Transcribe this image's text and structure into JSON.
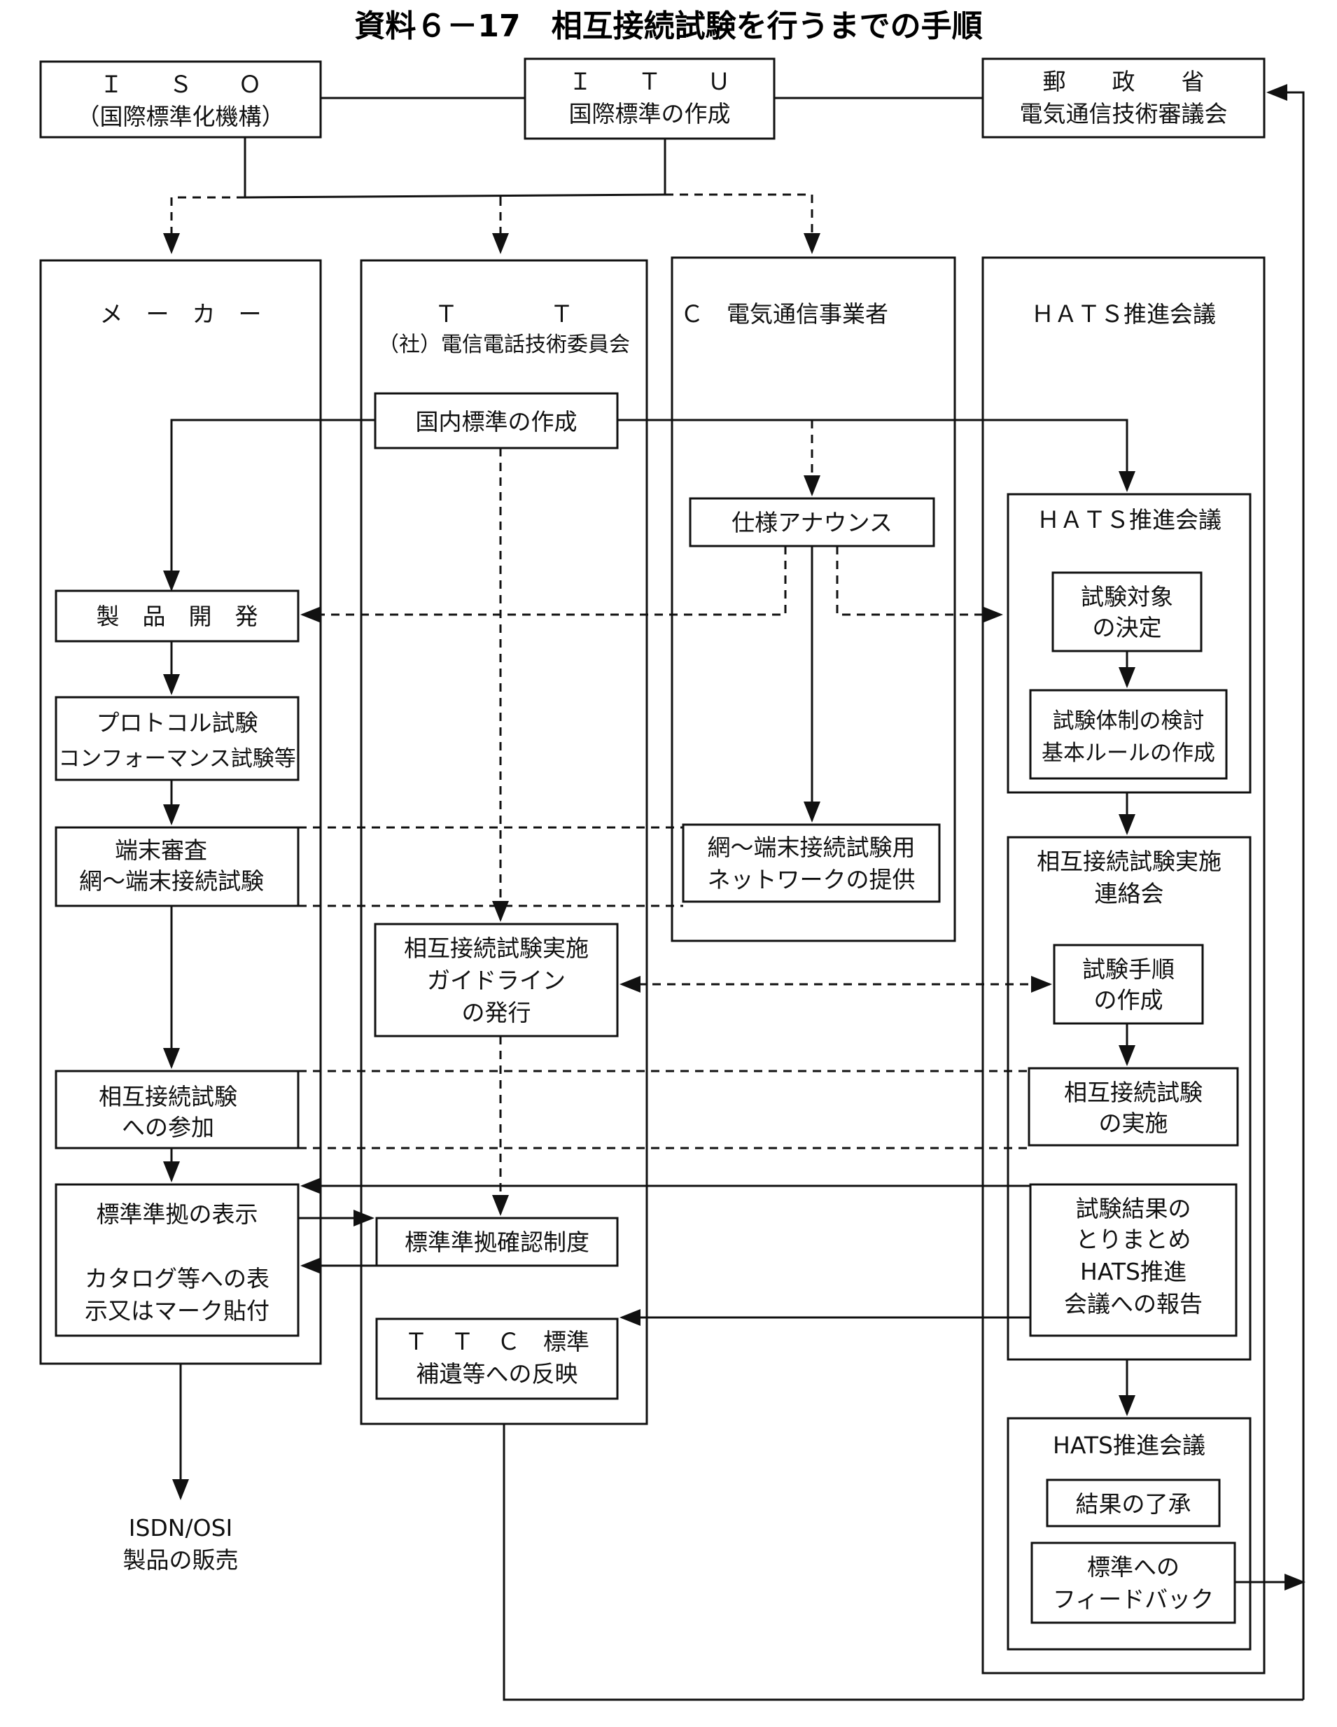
{
  "title": "資料６－17　相互接続試験を行うまでの手順",
  "iso": [
    "Ｉ　　Ｓ　　Ｏ",
    "（国際標準化機構）"
  ],
  "itu": [
    "Ｉ　　Ｔ　　Ｕ",
    "国際標準の作成"
  ],
  "mpt": [
    "郵　　政　　省",
    "電気通信技術審議会"
  ],
  "col_maker": "メ　ー　カ　ー",
  "col_ttc": [
    "Ｔ　　　　Ｔ",
    "（社）電信電話技術委員会"
  ],
  "col_carrier": "Ｃ　電気通信事業者",
  "col_hats": "ＨＡＴＳ推進会議",
  "domestic_std": "国内標準の作成",
  "spec_announce": "仕様アナウンス",
  "product_dev": "製　品　開　発",
  "protocol_test": [
    "プロトコル試験",
    "コンフォーマンス試験等"
  ],
  "terminal_review": [
    "端末審査",
    "網～端末接続試験"
  ],
  "network_provide": [
    "網～端末接続試験用",
    "ネットワークの提供"
  ],
  "interop_participation": [
    "相互接続試験",
    "への参加"
  ],
  "std_display": [
    "標準準拠の表示",
    "",
    "カタログ等への表",
    "示又はマーク貼付"
  ],
  "guideline": [
    "相互接続試験実施",
    "ガイドライン",
    "の発行"
  ],
  "cert_system": "標準準拠確認制度",
  "ttc_reflect": [
    "Ｔ　Ｔ　Ｃ　標準",
    "補遺等への反映"
  ],
  "hats_inner": "ＨＡＴＳ推進会議",
  "test_target": [
    "試験対象",
    "の決定"
  ],
  "test_system": [
    "試験体制の検討",
    "基本ルールの作成"
  ],
  "liaison": [
    "相互接続試験実施",
    "連絡会"
  ],
  "procedure": [
    "試験手順",
    "の作成"
  ],
  "interop_exec": [
    "相互接続試験",
    "の実施"
  ],
  "results_summary": [
    "試験結果の",
    "とりまとめ",
    "HATS推進",
    "会議への報告"
  ],
  "hats_meeting": "HATS推進会議",
  "approval": "結果の了承",
  "feedback": [
    "標準への",
    "フィードバック"
  ],
  "sales": [
    "ISDN/OSI",
    "製品の販売"
  ]
}
